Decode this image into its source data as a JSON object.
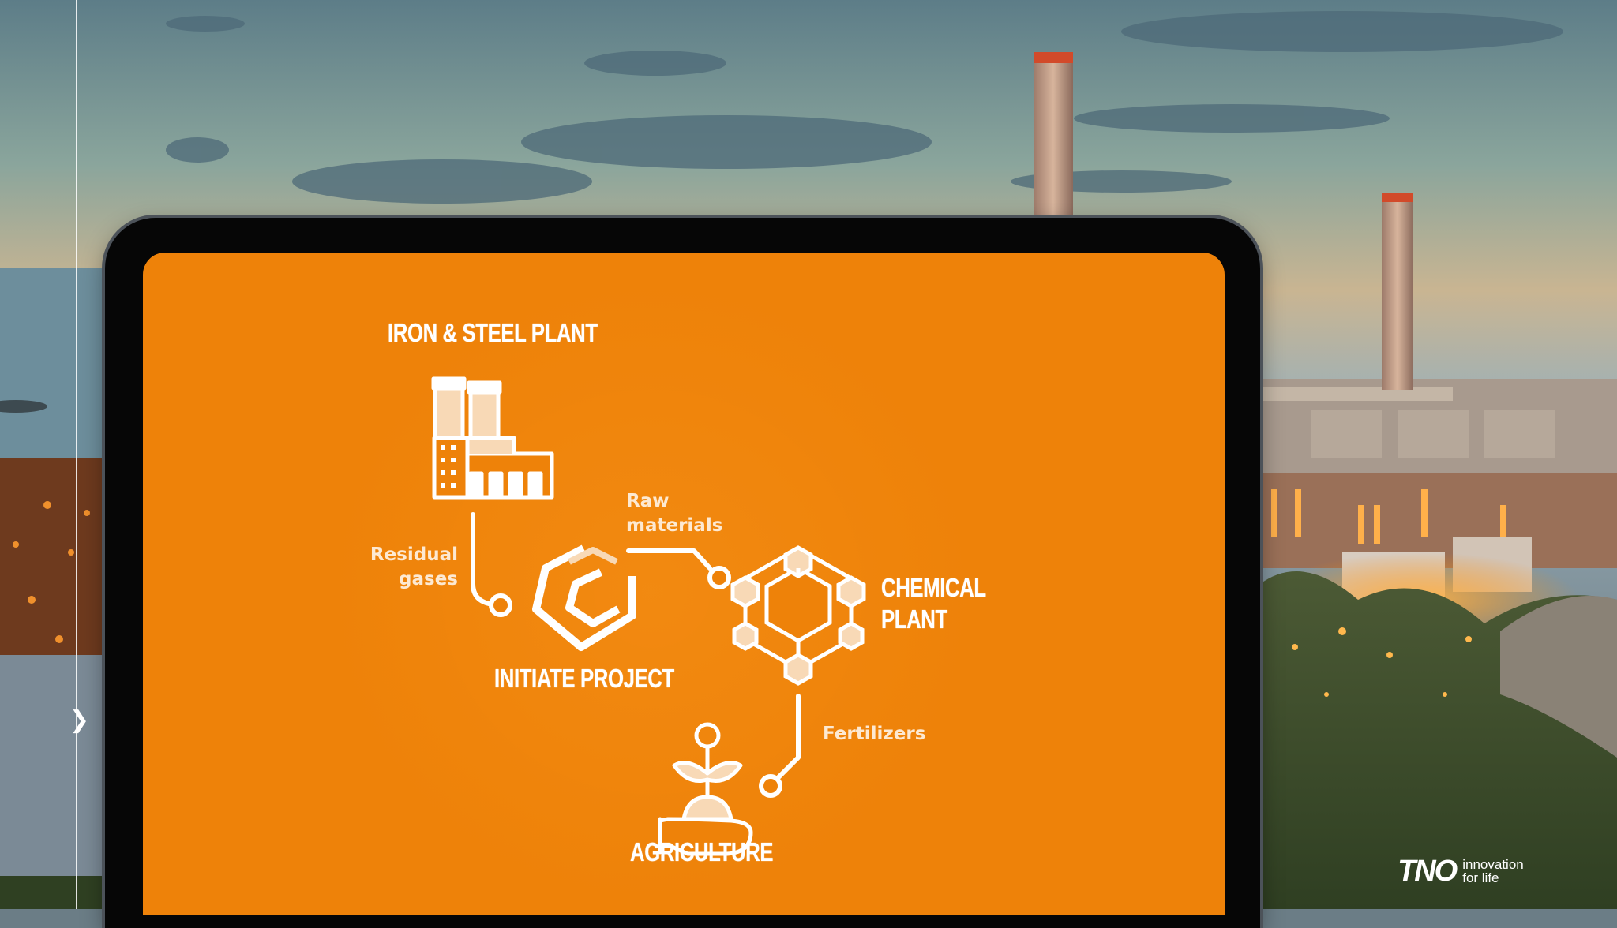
{
  "slide": {
    "titles": {
      "iron_steel": "IRON & STEEL PLANT",
      "initiate": "INITIATE PROJECT",
      "chemical": "CHEMICAL\nPLANT",
      "agriculture": "AGRICULTURE"
    },
    "flows": {
      "residual_gases": "Residual\ngases",
      "raw_materials": "Raw\nmaterials",
      "fertilizers": "Fertilizers"
    }
  },
  "brand": {
    "name": "TNO",
    "tagline": "innovation\nfor life"
  },
  "nav": {
    "next_chevron": "❯"
  },
  "colors": {
    "screen_orange": "#ee8209",
    "label_cream": "#fde9d2",
    "icon_white": "#ffffff",
    "icon_pale": "#f8d9b6"
  },
  "icons": {
    "factory": "factory-icon",
    "initiate": "initiate-hex-logo-icon",
    "chemical": "molecule-icon",
    "agriculture": "plant-in-hand-icon"
  }
}
